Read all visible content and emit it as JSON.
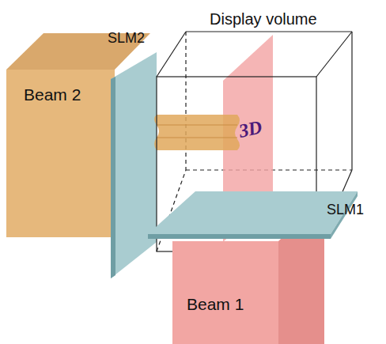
{
  "diagram": {
    "nodes": [
      {
        "text": [
          "Display volume"
        ]
      },
      {
        "text": [
          "Beam 2"
        ]
      },
      {
        "text": [
          "Beam 1"
        ]
      }
    ],
    "labels": [
      "SLM2",
      "SLM1",
      "3D"
    ]
  }
}
